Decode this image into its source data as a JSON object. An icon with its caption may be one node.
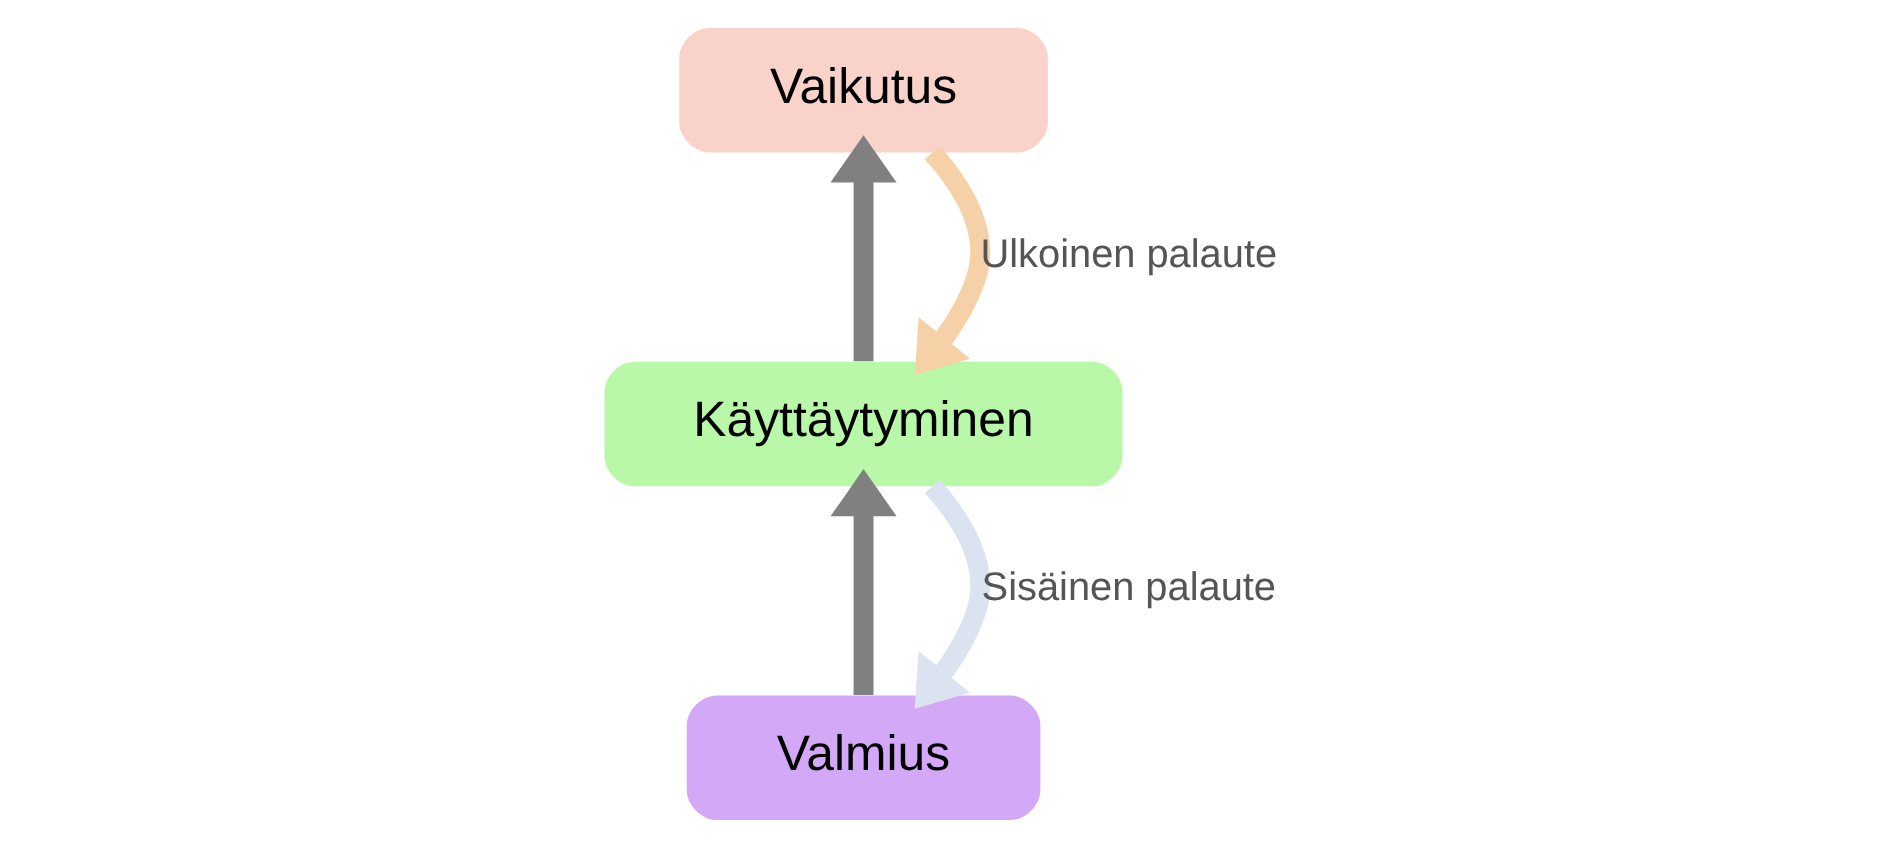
{
  "diagram": {
    "nodes": [
      {
        "text": [
          "Vaikutus"
        ]
      },
      {
        "text": [
          "Käyttäytyminen"
        ]
      },
      {
        "text": [
          "Valmius"
        ]
      }
    ],
    "edges": [
      {
        "from": 2,
        "to": 1,
        "arrow": "to",
        "color": "#808080"
      },
      {
        "from": 1,
        "to": 0,
        "arrow": "to",
        "color": "#808080"
      },
      {
        "from": 1,
        "to": 2,
        "arrow": "to",
        "color": "#dae3ef",
        "label": "Sisäinen palaute"
      },
      {
        "from": 0,
        "to": 1,
        "arrow": "to",
        "color": "#f6d1a8",
        "label": "Ulkoinen palaute"
      }
    ]
  }
}
